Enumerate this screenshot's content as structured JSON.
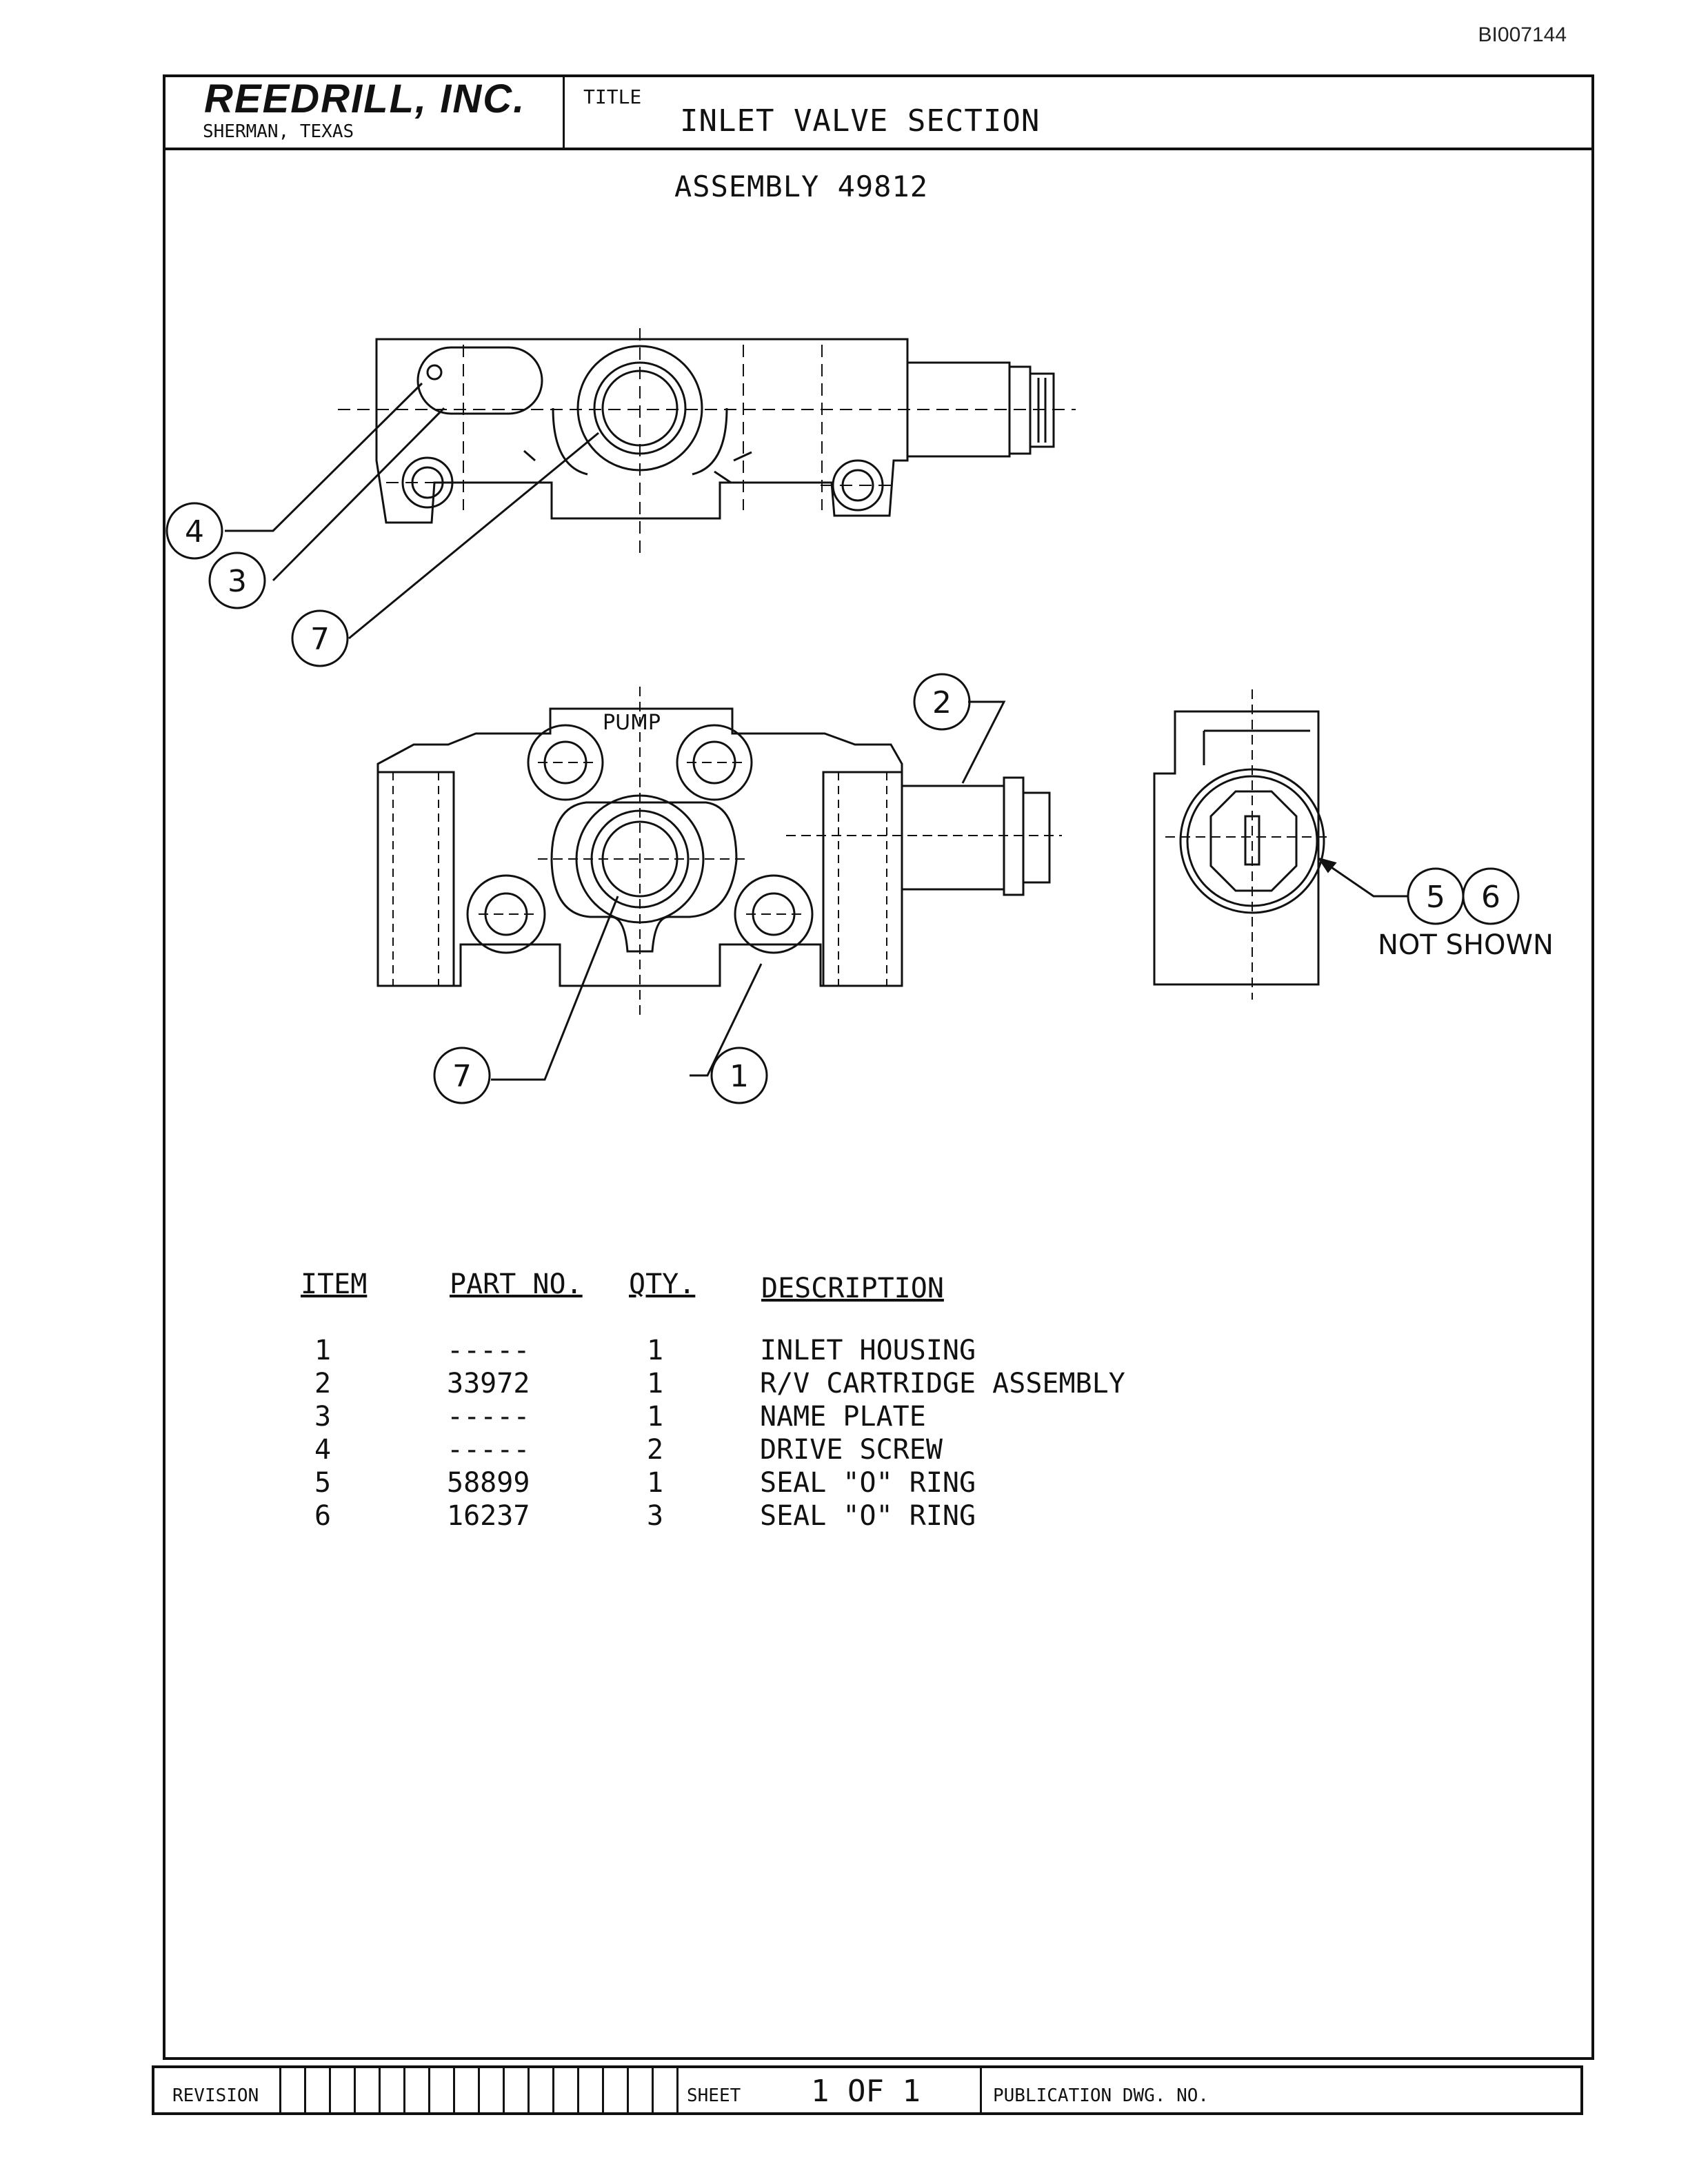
{
  "doc_id": "BI007144",
  "header": {
    "company": "REEDRILL, INC.",
    "location": "SHERMAN, TEXAS",
    "title_label": "TITLE",
    "title": "INLET VALVE SECTION"
  },
  "assembly": "ASSEMBLY 49812",
  "drawing": {
    "pump_label": "PUMP",
    "not_shown": "NOT SHOWN",
    "callouts": [
      "4",
      "3",
      "7",
      "2",
      "7",
      "1",
      "5",
      "6"
    ]
  },
  "parts_table": {
    "headers": [
      "ITEM",
      "PART NO.",
      "QTY.",
      "DESCRIPTION"
    ],
    "rows": [
      [
        "1",
        "-----",
        "1",
        "INLET HOUSING"
      ],
      [
        "2",
        "33972",
        "1",
        "R/V CARTRIDGE ASSEMBLY"
      ],
      [
        "3",
        "-----",
        "1",
        "NAME PLATE"
      ],
      [
        "4",
        "-----",
        "2",
        "DRIVE SCREW"
      ],
      [
        "5",
        "58899",
        "1",
        "SEAL \"O\" RING"
      ],
      [
        "6",
        "16237",
        "3",
        "SEAL \"O\" RING"
      ]
    ]
  },
  "footer": {
    "revision_label": "REVISION",
    "sheet_label": "SHEET",
    "sheet_value": "1 OF 1",
    "publication_label": "PUBLICATION DWG. NO."
  }
}
